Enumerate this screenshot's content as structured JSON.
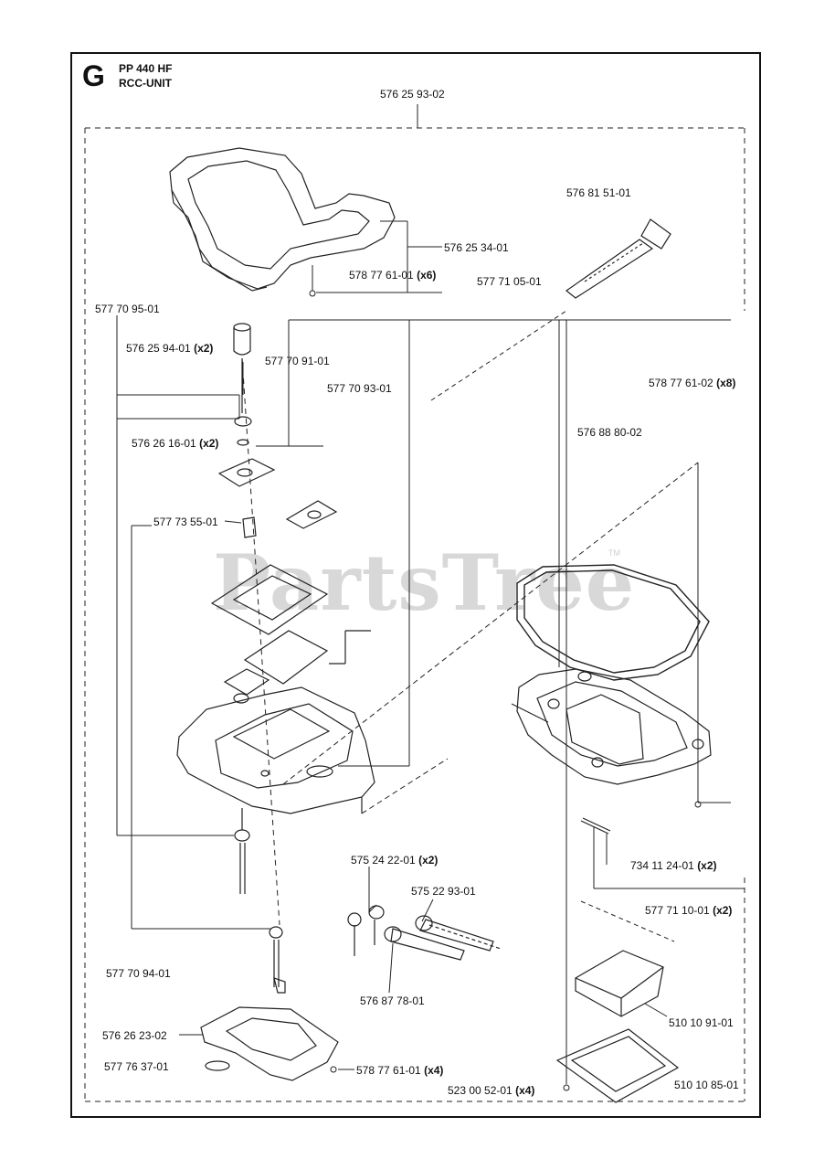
{
  "section": {
    "letter": "G",
    "model": "PP 440 HF",
    "unit": "RCC-UNIT"
  },
  "watermark": {
    "text": "PartsTree",
    "tm": "TM"
  },
  "parts": [
    {
      "id": "p1",
      "number": "576 25 93-02",
      "qty": ""
    },
    {
      "id": "p2",
      "number": "576 81 51-01",
      "qty": ""
    },
    {
      "id": "p3",
      "number": "576 25 34-01",
      "qty": ""
    },
    {
      "id": "p4",
      "number": "578 77 61-01",
      "qty": "(x6)"
    },
    {
      "id": "p5",
      "number": "577 71 05-01",
      "qty": ""
    },
    {
      "id": "p6",
      "number": "577 70 95-01",
      "qty": ""
    },
    {
      "id": "p7",
      "number": "576 25 94-01",
      "qty": "(x2)"
    },
    {
      "id": "p8",
      "number": "577 70 91-01",
      "qty": ""
    },
    {
      "id": "p9",
      "number": "578 77 61-02",
      "qty": "(x8)"
    },
    {
      "id": "p10",
      "number": "577 70 93-01",
      "qty": ""
    },
    {
      "id": "p11",
      "number": "576 26 16-01",
      "qty": "(x2)"
    },
    {
      "id": "p12",
      "number": "576 88 80-02",
      "qty": ""
    },
    {
      "id": "p13",
      "number": "577 73 55-01",
      "qty": ""
    },
    {
      "id": "p14",
      "number": "575 24 22-01",
      "qty": "(x2)"
    },
    {
      "id": "p15",
      "number": "734 11 24-01",
      "qty": "(x2)"
    },
    {
      "id": "p16",
      "number": "575 22 93-01",
      "qty": ""
    },
    {
      "id": "p17",
      "number": "577 71 10-01",
      "qty": "(x2)"
    },
    {
      "id": "p18",
      "number": "577 70 94-01",
      "qty": ""
    },
    {
      "id": "p19",
      "number": "576 87 78-01",
      "qty": ""
    },
    {
      "id": "p20",
      "number": "510 10 91-01",
      "qty": ""
    },
    {
      "id": "p21",
      "number": "576 26 23-02",
      "qty": ""
    },
    {
      "id": "p22",
      "number": "577 76 37-01",
      "qty": ""
    },
    {
      "id": "p23",
      "number": "578 77 61-01",
      "qty": "(x4)"
    },
    {
      "id": "p24",
      "number": "523 00 52-01",
      "qty": "(x4)"
    },
    {
      "id": "p25",
      "number": "510 10 85-01",
      "qty": ""
    }
  ]
}
